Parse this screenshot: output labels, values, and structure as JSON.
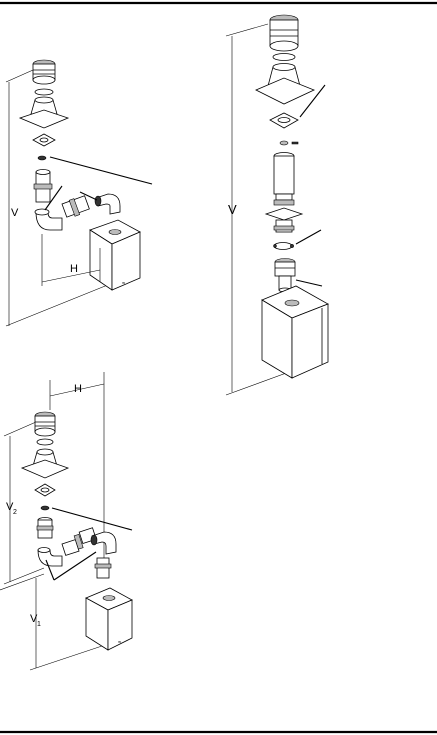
{
  "diagrams": [
    {
      "id": "top-left",
      "labels": {
        "vertical": "V",
        "horizontal": "H"
      }
    },
    {
      "id": "right",
      "labels": {
        "vertical": "V"
      }
    },
    {
      "id": "bottom-left",
      "labels": {
        "horizontal": "H",
        "vertical_upper": "V",
        "vertical_upper_sub": "2",
        "vertical_lower": "V",
        "vertical_lower_sub": "1"
      }
    }
  ]
}
